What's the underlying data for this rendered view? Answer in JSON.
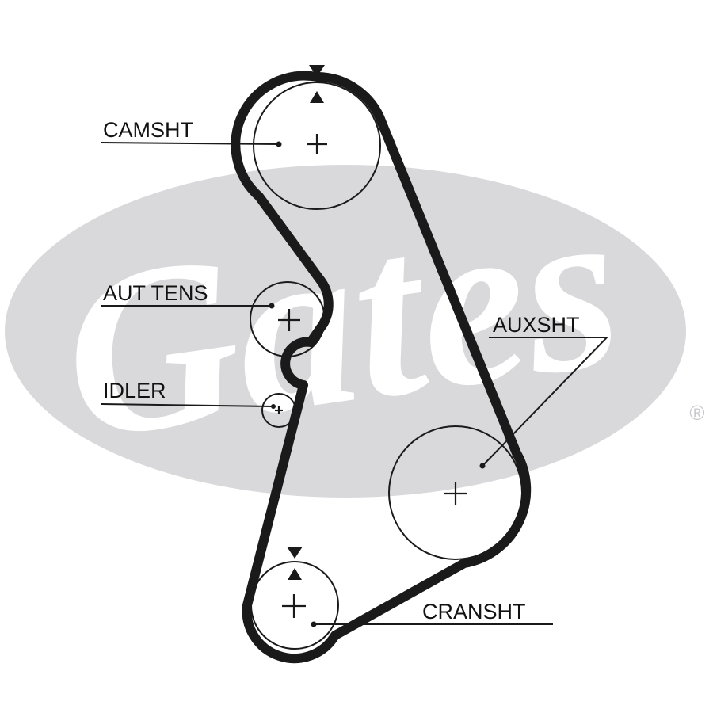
{
  "brand": {
    "logo_text": "Gates",
    "registered_mark": "®",
    "watermark_color": "#d9d9dc"
  },
  "colors": {
    "belt": "#1a1a1a",
    "line": "#1a1a1a",
    "background": "#ffffff"
  },
  "labels": {
    "camshaft": "CAMSHT",
    "tensioner": "AUT TENS",
    "idler": "IDLER",
    "auxshaft": "AUXSHT",
    "crankshaft": "CRANSHT"
  }
}
